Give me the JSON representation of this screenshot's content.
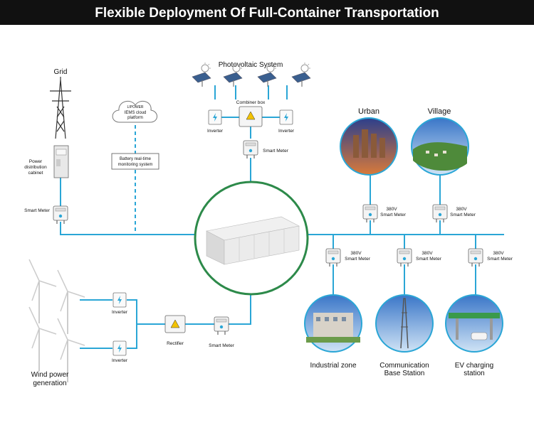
{
  "header": {
    "title": "Flexible Deployment Of Full-Container Transportation"
  },
  "labels": {
    "grid": "Grid",
    "pv_system": "Photovoltaic System",
    "combiner_box": "Combiner box",
    "inverter": "Inverter",
    "smart_meter": "Smart Meter",
    "power_cabinet_1": "Power",
    "power_cabinet_2": "distribution",
    "power_cabinet_3": "cabinet",
    "cloud_brand": "LIPOWER",
    "cloud_1": "IEMS cloud",
    "cloud_2": "platform",
    "monitor_1": "Battery real-time",
    "monitor_2": "monitoring system",
    "urban": "Urban",
    "village": "Village",
    "v380": "380V",
    "rectifier": "Rectifier",
    "wind_1": "Wind power",
    "wind_2": "generation",
    "industrial": "Industrial zone",
    "comm_1": "Communication",
    "comm_2": "Base Station",
    "ev_1": "EV charging",
    "ev_2": "station"
  },
  "colors": {
    "line": "#2aa6d6",
    "circle": "#2d8a4a",
    "header_bg": "#111111"
  }
}
